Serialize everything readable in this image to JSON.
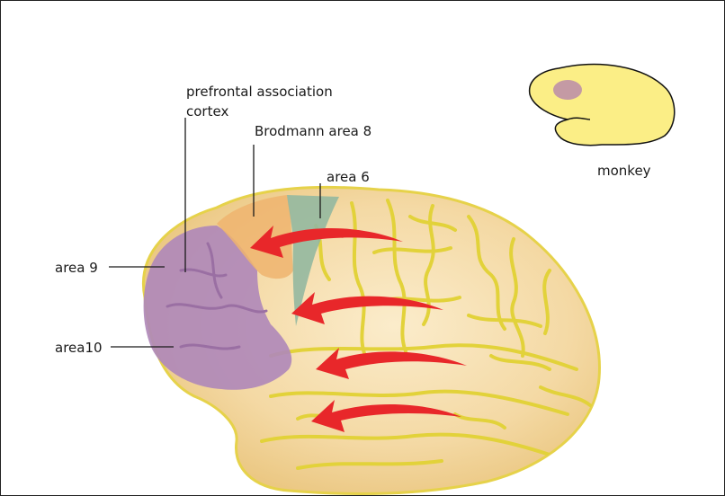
{
  "labels": {
    "prefrontal_line1": "prefrontal association",
    "prefrontal_line2": "cortex",
    "brodmann8": "Brodmann area 8",
    "area6": "area 6",
    "area9": "area 9",
    "area10": "area10",
    "monkey": "monkey"
  },
  "colors": {
    "brain_fill": "#f6e4b4",
    "sulci": "#e2d23a",
    "prefrontal_purple": "#b089b8",
    "area8_orange": "#eeb46e",
    "area6_teal": "#93b8a0",
    "arrow_red": "#e8272a",
    "monkey_brain": "#fbee86",
    "monkey_spot": "#c49aa4"
  }
}
